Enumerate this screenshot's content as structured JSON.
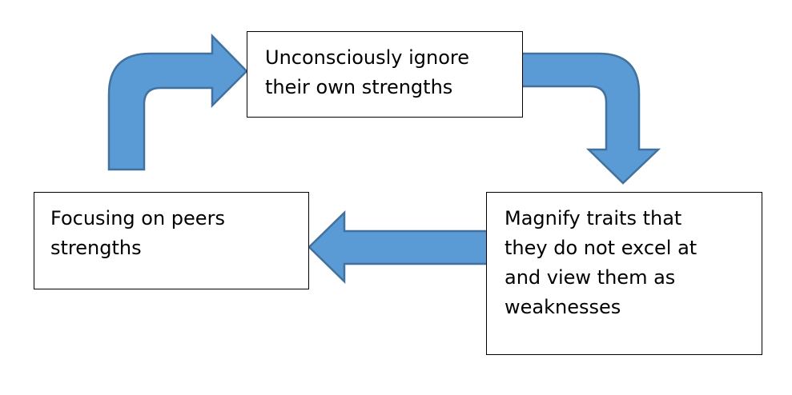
{
  "diagram": {
    "type": "cycle",
    "colors": {
      "arrow_fill": "#5b9bd5",
      "arrow_stroke": "#41719c",
      "box_border": "#000000",
      "text": "#000000",
      "background": "#ffffff"
    },
    "nodes": [
      {
        "id": "top",
        "lines": [
          "Unconsciously ignore",
          "their own strengths"
        ]
      },
      {
        "id": "right",
        "lines": [
          "Magnify traits that",
          "they do not excel at",
          "and view them as",
          "weaknesses"
        ]
      },
      {
        "id": "left",
        "lines": [
          "Focusing on peers",
          "strengths"
        ]
      }
    ],
    "edges": [
      {
        "from": "left",
        "to": "top",
        "shape": "bent-arrow-up-right"
      },
      {
        "from": "top",
        "to": "right",
        "shape": "bent-arrow-right-down"
      },
      {
        "from": "right",
        "to": "left",
        "shape": "straight-arrow-left"
      }
    ]
  }
}
